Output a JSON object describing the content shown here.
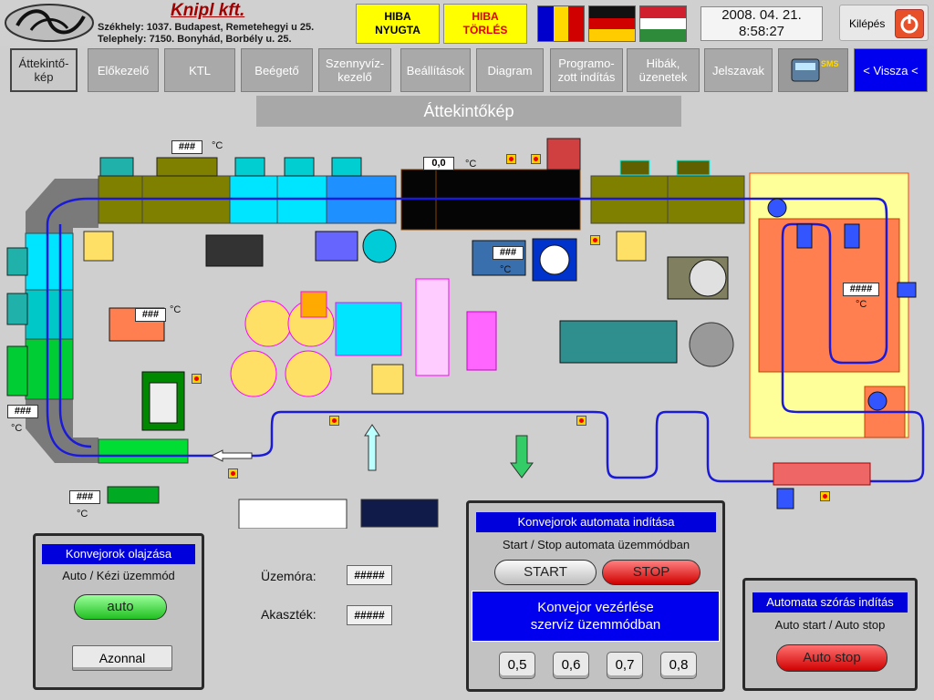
{
  "header": {
    "company_name": "Knipl kft.",
    "address_hq": "Székhely: 1037. Budapest, Remetehegyi u 25.",
    "address_site": "Telephely: 7150. Bonyhád, Borbély u. 25.",
    "fault_reset_label": "HIBA\nNYUGTA",
    "fault_clear_label": "HIBA\nTÖRLÉS",
    "flags": [
      "romanian-flag",
      "german-flag",
      "hungarian-flag"
    ],
    "date": "2008. 04. 21.",
    "time": "8:58:27",
    "exit_label": "Kilépés"
  },
  "nav": {
    "items": [
      {
        "label": "Áttekintő-\nkép"
      },
      {
        "label": "Előkezelő"
      },
      {
        "label": "KTL"
      },
      {
        "label": "Beégető"
      },
      {
        "label": "Szennyvíz-\nkezelő"
      },
      {
        "label": "Beállítások"
      },
      {
        "label": "Diagram"
      },
      {
        "label": "Programo-\nzott indítás"
      },
      {
        "label": "Hibák,\nüzenetek"
      },
      {
        "label": "Jelszavak"
      },
      {
        "label": "SMS"
      },
      {
        "label": "< Vissza <"
      }
    ]
  },
  "page_title": "Áttekintőkép",
  "plant": {
    "readout_top": "###",
    "readout_top_unit": "°C",
    "readout_center": "0,0",
    "readout_center_unit": "°C",
    "readout_left": "###",
    "readout_left_unit": "°C",
    "readout_mid": "###",
    "readout_mid_unit": "°C",
    "readout_right": "####",
    "readout_right_unit": "°C",
    "readout_side": "###",
    "readout_side_unit": "°C",
    "readout_bottom": "###",
    "readout_bottom_unit": "°C"
  },
  "oiling_panel": {
    "title": "Konvejorok olajzása",
    "mode": "Auto / Kézi üzemmód",
    "toggle": "auto",
    "now_button": "Azonnal"
  },
  "counters": {
    "hours_label": "Üzemóra:",
    "hours_value": "#####",
    "hanger_label": "Akaszték:",
    "hanger_value": "#####"
  },
  "conveyor_panel": {
    "title": "Konvejorok automata indítása",
    "mode": "Start / Stop automata üzemmódban",
    "start": "START",
    "stop": "STOP",
    "service_line1": "Konvejor vezérlése",
    "service_line2": "szervíz üzemmódban",
    "speeds": [
      "0,5",
      "0,6",
      "0,7",
      "0,8"
    ]
  },
  "spray_panel": {
    "title": "Automata szórás indítás",
    "mode": "Auto start / Auto stop",
    "button": "Auto stop"
  },
  "colors": {
    "nav_bg": "#a9a9a9",
    "accent_blue": "#0000dd",
    "fault_yellow": "#ffff00",
    "pipe_blue": "#1a1ad8",
    "oven_orange": "#ff7f50"
  }
}
